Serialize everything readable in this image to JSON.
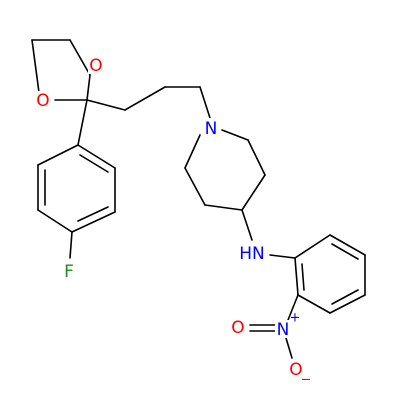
{
  "structure": {
    "atom_labels": {
      "o_upper": "O",
      "o_lower": "O",
      "n_piperidine": "N",
      "nh": "HN",
      "f": "F",
      "n_nitro": "N",
      "n_nitro_charge": "+",
      "o_nitro_left": "O",
      "o_nitro_bottom": "O",
      "o_nitro_charge": "−"
    },
    "colors": {
      "bond": "#000000",
      "oxygen": "#ff0000",
      "nitrogen": "#0000ff",
      "fluorine": "#228b22",
      "default_text": "#000000"
    }
  }
}
